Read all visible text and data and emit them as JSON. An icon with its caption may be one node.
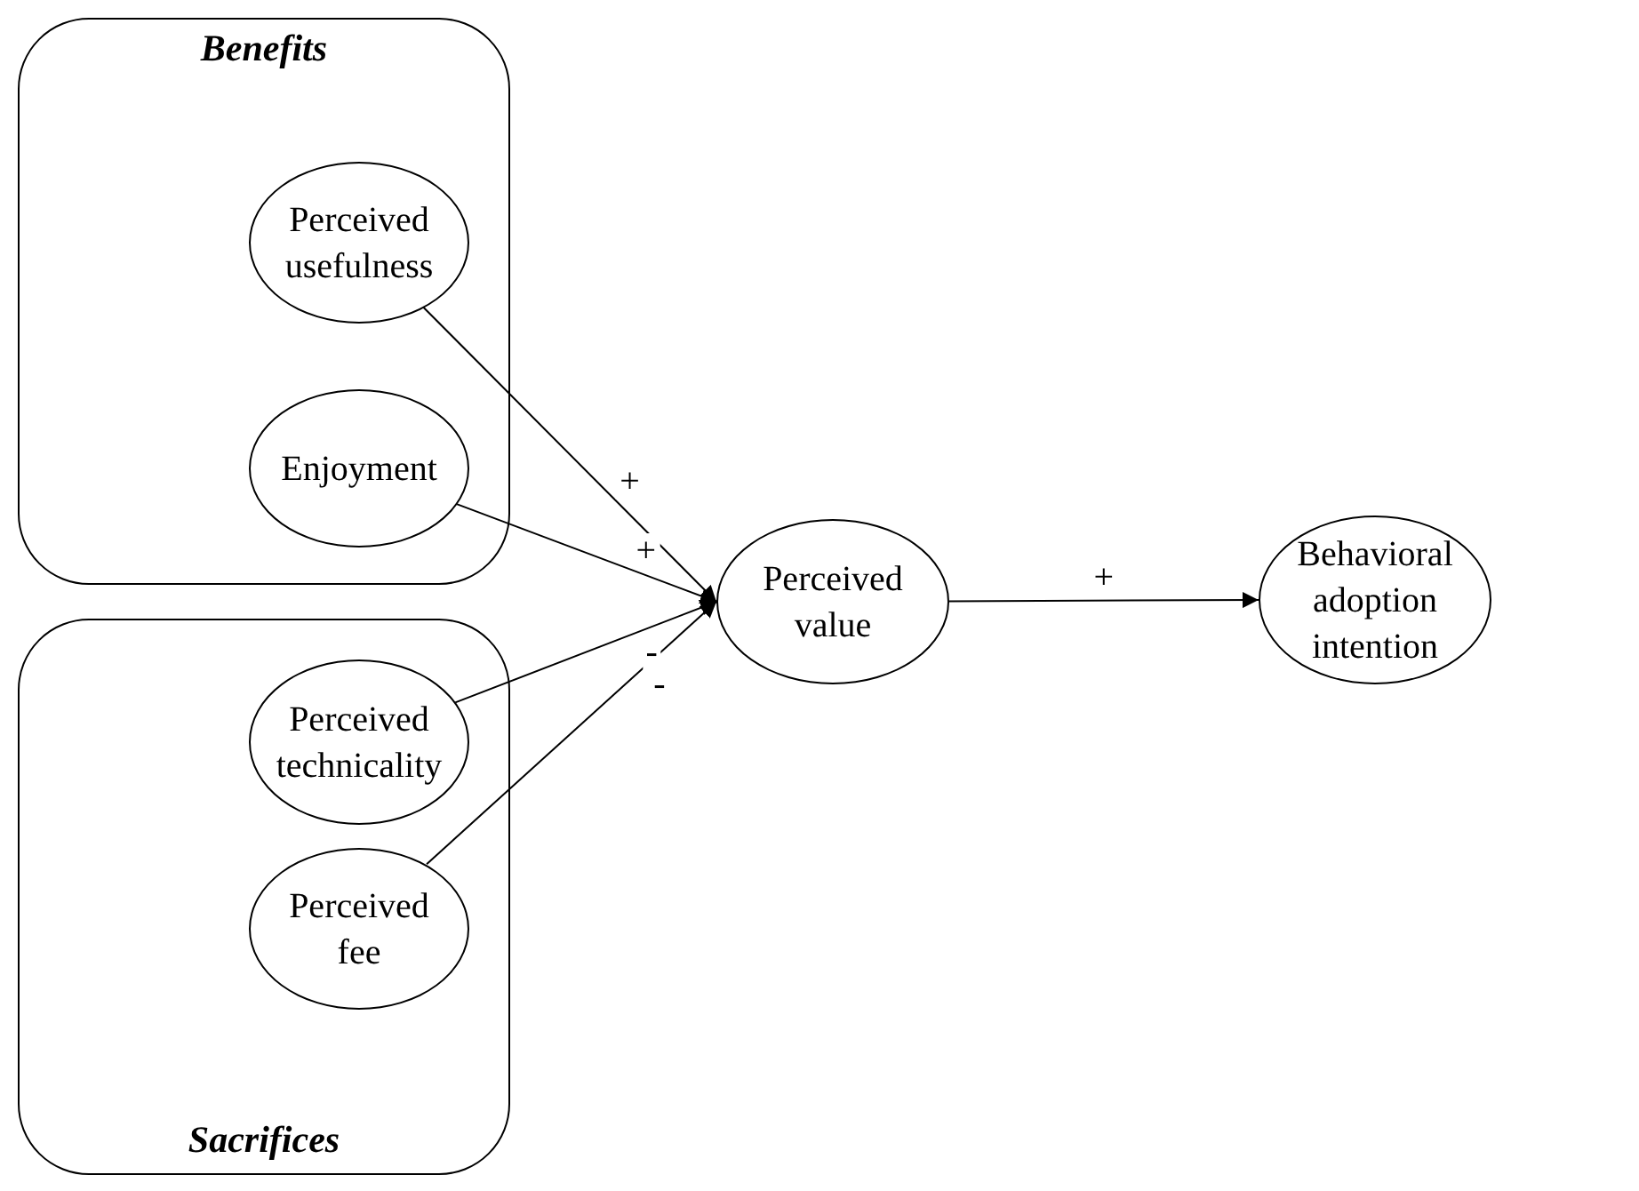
{
  "diagram": {
    "nodes": [
      {
        "text": [
          "Benefits"
        ]
      },
      {
        "text": [
          "Perceived usefulness"
        ],
        "in": 0
      },
      {
        "text": [
          "Enjoyment"
        ],
        "in": 0
      },
      {
        "text": [
          "Sacrifices"
        ]
      },
      {
        "text": [
          "Perceived technicality"
        ],
        "in": 3
      },
      {
        "text": [
          "Perceived fee"
        ],
        "in": 3
      },
      {
        "text": [
          "Perceived value"
        ]
      },
      {
        "text": [
          "Behavioral adoption intention"
        ]
      }
    ],
    "edges": [
      {
        "from": 1,
        "to": 6,
        "arrow": "to",
        "label": "+"
      },
      {
        "from": 2,
        "to": 6,
        "arrow": "to",
        "label": "+"
      },
      {
        "from": 4,
        "to": 6,
        "arrow": "to",
        "label": "-"
      },
      {
        "from": 5,
        "to": 6,
        "arrow": "to",
        "label": "-"
      },
      {
        "from": 6,
        "to": 7,
        "arrow": "to",
        "label": "+"
      }
    ]
  }
}
